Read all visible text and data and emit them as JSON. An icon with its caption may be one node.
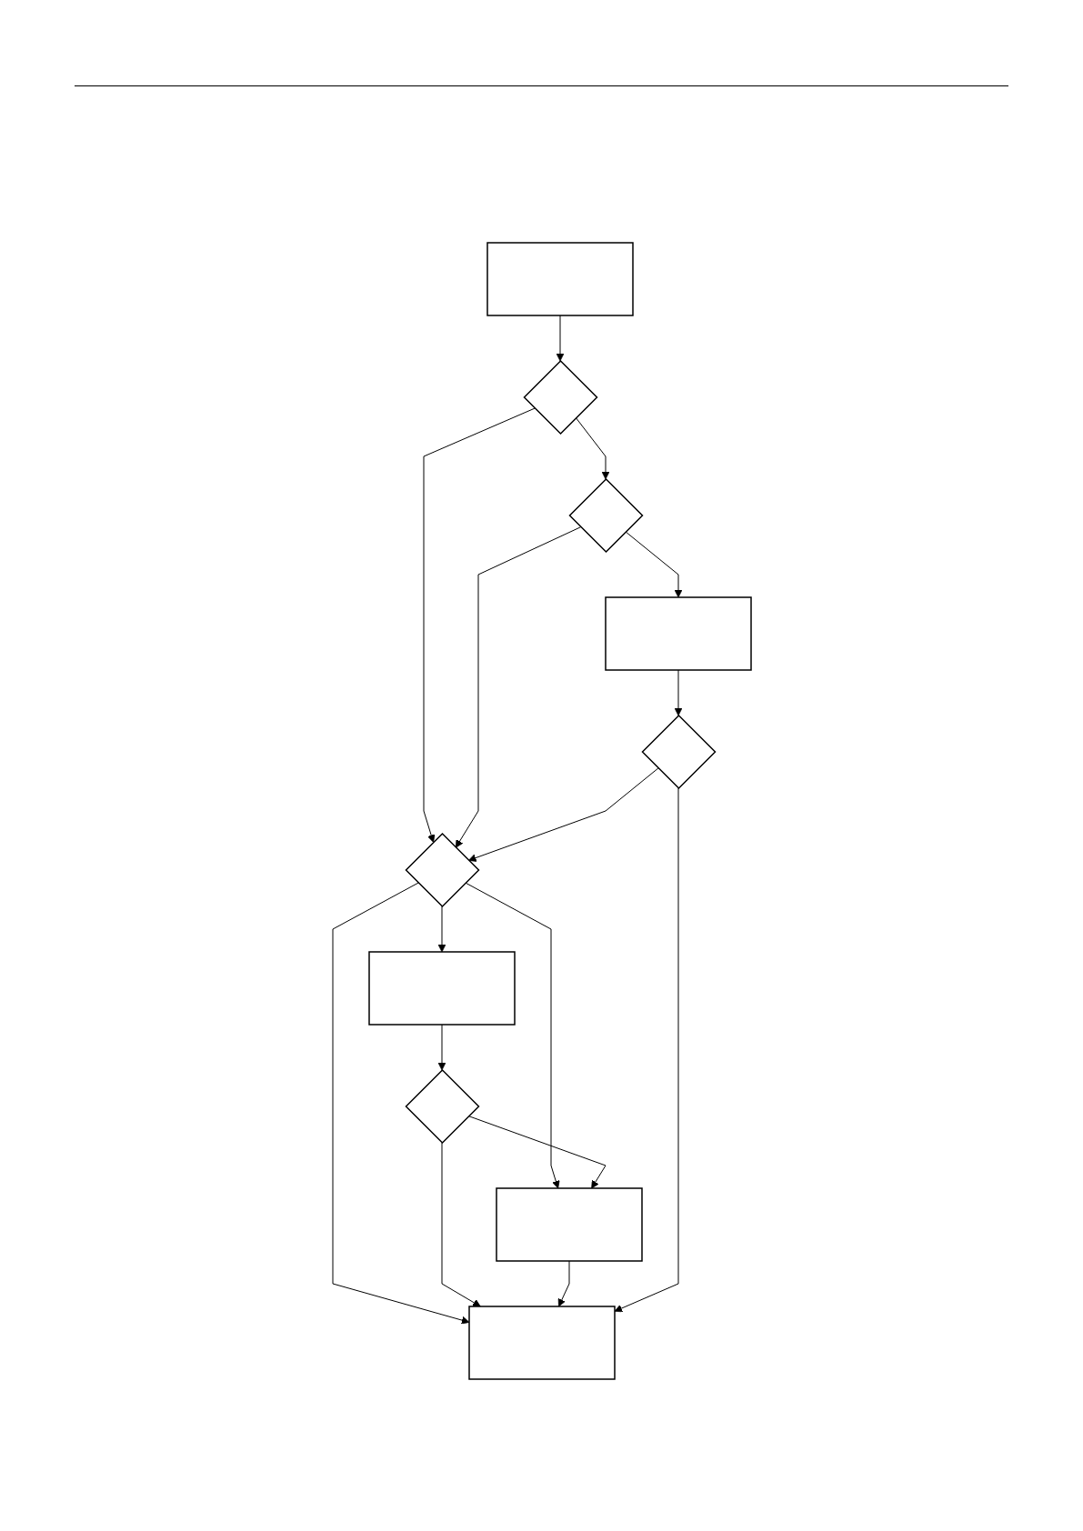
{
  "diagram": {
    "nodes": [
      {
        "text": [],
        "shape": "box"
      },
      {
        "text": [],
        "shape": "diamond"
      },
      {
        "text": [],
        "shape": "diamond"
      },
      {
        "text": [],
        "shape": "box"
      },
      {
        "text": [],
        "shape": "diamond"
      },
      {
        "text": [],
        "shape": "diamond"
      },
      {
        "text": [],
        "shape": "box"
      },
      {
        "text": [],
        "shape": "diamond"
      },
      {
        "text": [],
        "shape": "box"
      },
      {
        "text": [],
        "shape": "box"
      }
    ],
    "edges": [
      {
        "from": 0,
        "to": 1,
        "arrow": "to"
      },
      {
        "from": 1,
        "to": 2,
        "arrow": "to"
      },
      {
        "from": 2,
        "to": 3,
        "arrow": "to"
      },
      {
        "from": 3,
        "to": 4,
        "arrow": "to"
      },
      {
        "from": 1,
        "to": 5,
        "arrow": "to"
      },
      {
        "from": 2,
        "to": 5,
        "arrow": "to"
      },
      {
        "from": 4,
        "to": 5,
        "arrow": "to"
      },
      {
        "from": 5,
        "to": 6,
        "arrow": "to"
      },
      {
        "from": 5,
        "to": 8,
        "arrow": "to"
      },
      {
        "from": 5,
        "to": 9,
        "arrow": "to"
      },
      {
        "from": 6,
        "to": 7,
        "arrow": "to"
      },
      {
        "from": 7,
        "to": 8,
        "arrow": "to"
      },
      {
        "from": 7,
        "to": 9,
        "arrow": "to"
      },
      {
        "from": 8,
        "to": 9,
        "arrow": "to"
      },
      {
        "from": 4,
        "to": 9,
        "arrow": "to"
      }
    ]
  }
}
